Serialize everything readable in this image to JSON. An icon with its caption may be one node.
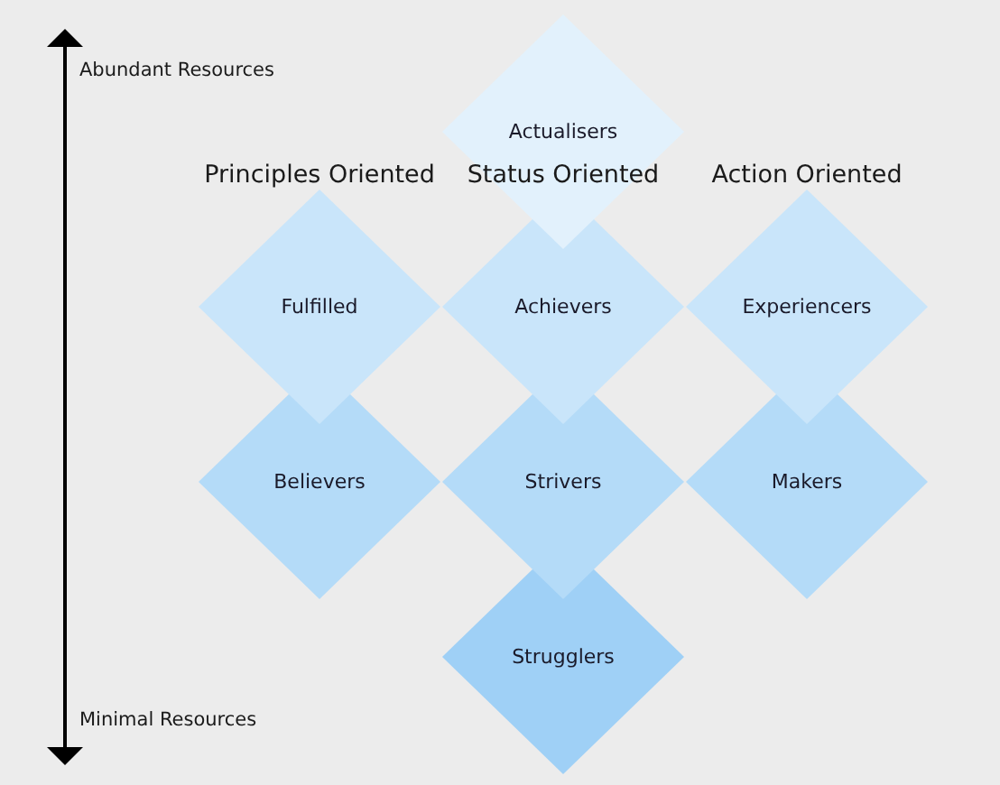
{
  "diagram": {
    "nodes": [
      {
        "text": [
          "Actualisers"
        ]
      },
      {
        "text": [
          "Fulfilled"
        ]
      },
      {
        "text": [
          "Achievers"
        ]
      },
      {
        "text": [
          "Experiencers"
        ]
      },
      {
        "text": [
          "Believers"
        ]
      },
      {
        "text": [
          "Strivers"
        ]
      },
      {
        "text": [
          "Makers"
        ]
      },
      {
        "text": [
          "Strugglers"
        ]
      }
    ],
    "labels": [
      "Abundant Resources",
      "Principles Oriented",
      "Status Oriented",
      "Action Oriented",
      "Minimal Resources"
    ]
  }
}
